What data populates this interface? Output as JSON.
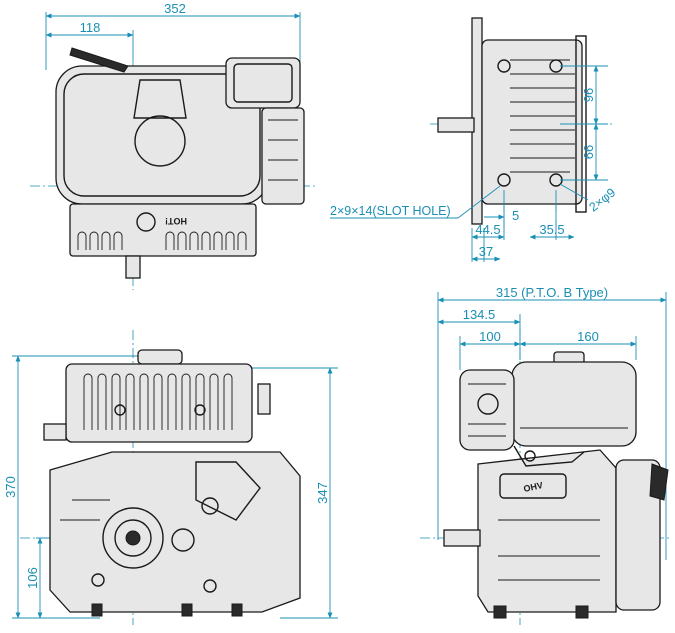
{
  "dimensions": {
    "top_front_width": "352",
    "top_front_offset": "118",
    "side_dim_96": "96",
    "side_dim_66": "66",
    "side_hole_dia": "2×φ9",
    "side_slot": "2×9×14(SLOT HOLE)",
    "side_dim_5": "5",
    "side_dim_44_5": "44.5",
    "side_dim_35_5": "35.5",
    "side_dim_37": "37",
    "pto_width": "315 (P.T.O. B Type)",
    "pto_134_5": "134.5",
    "pto_100": "100",
    "pto_160": "160",
    "height_370": "370",
    "height_106": "106",
    "height_347": "347"
  },
  "stamps": {
    "hot_label": "HOT!",
    "ohv_label": "OHV"
  },
  "colors": {
    "dimension": "#1a8fb5",
    "line": "#1a1a1a"
  }
}
